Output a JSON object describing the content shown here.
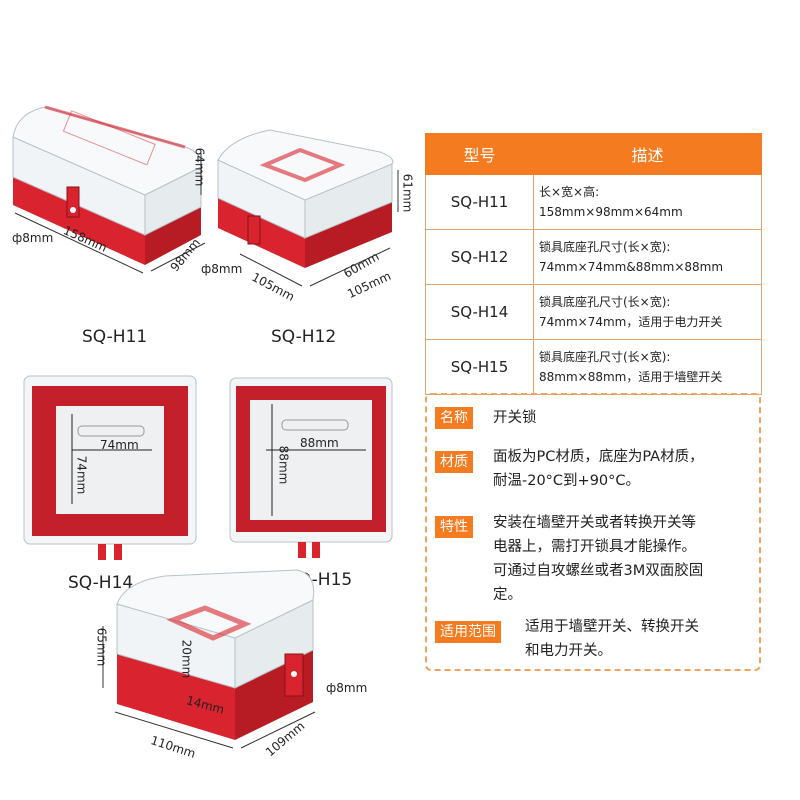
{
  "products": {
    "h11": {
      "caption": "SQ-H11",
      "dim_length": "158mm",
      "dim_width": "98mm",
      "dim_height": "64mm",
      "dim_hole": "ф8mm"
    },
    "h12": {
      "caption": "SQ-H12",
      "dim_length": "105mm",
      "dim_width": "105mm",
      "dim_height": "61mm",
      "dim_inner": "60mm",
      "dim_hole": "ф8mm"
    },
    "h14": {
      "caption": "SQ-H14",
      "dim_w": "74mm",
      "dim_h": "74mm"
    },
    "h15": {
      "caption": "SQ-H15",
      "dim_w": "88mm",
      "dim_h": "88mm"
    },
    "bottom": {
      "dim_height": "65mm",
      "dim_inner": "20mm",
      "dim_depth": "14mm",
      "dim_hole": "ф8mm",
      "dim_length": "110mm",
      "dim_width": "109mm"
    }
  },
  "table": {
    "headers": [
      "型号",
      "描述"
    ],
    "rows": [
      {
        "model": "SQ-H11",
        "line1": "长×宽×高:",
        "line2": "158mm×98mm×64mm"
      },
      {
        "model": "SQ-H12",
        "line1": "锁具底座孔尺寸(长×宽):",
        "line2": "74mm×74mm&88mm×88mm"
      },
      {
        "model": "SQ-H14",
        "line1": "锁具底座孔尺寸(长×宽):",
        "line2": "74mm×74mm，适用于电力开关"
      },
      {
        "model": "SQ-H15",
        "line1": "锁具底座孔尺寸(长×宽):",
        "line2": "88mm×88mm，适用于墙壁开关"
      }
    ]
  },
  "info": {
    "name_label": "名称",
    "name_value": "开关锁",
    "material_label": "材质",
    "material_line1": "面板为PC材质，底座为PA材质，",
    "material_line2": "耐温-20°C到+90°C。",
    "feature_label": "特性",
    "feature_line1": "安装在墙壁开关或者转换开关等",
    "feature_line2": "电器上，需打开锁具才能操作。",
    "feature_line3": "可通过自攻螺丝或者3M双面胶固",
    "feature_line4": "定。",
    "scope_label": "适用范围",
    "scope_line1": "适用于墙壁开关、转换开关",
    "scope_line2": "和电力开关。"
  },
  "colors": {
    "accent": "#f47b20",
    "red": "#d9232e",
    "dash": "#f0a35e"
  }
}
